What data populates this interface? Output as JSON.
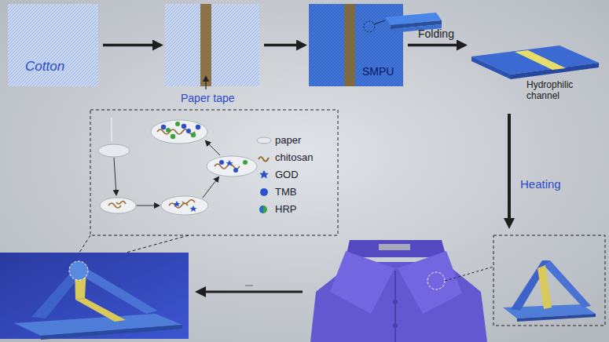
{
  "diagram": {
    "nodes": [
      {
        "text": [
          "Cotton"
        ]
      },
      {
        "text": [
          "Paper tape"
        ]
      },
      {
        "text": [
          "SMPU"
        ]
      },
      {
        "text": [
          "Hydrophilic channel"
        ]
      }
    ],
    "edges": [
      {
        "from": 0,
        "to": 1,
        "arrow": "to"
      },
      {
        "from": 1,
        "to": 2,
        "arrow": "to"
      },
      {
        "from": 2,
        "to": 3,
        "arrow": "to",
        "label": "Folding"
      }
    ],
    "labels": [
      "Heating"
    ],
    "legend": [
      {
        "text": "paper"
      },
      {
        "text": "chitosan"
      },
      {
        "text": "GOD"
      },
      {
        "text": "TMB"
      },
      {
        "text": "HRP"
      }
    ]
  }
}
